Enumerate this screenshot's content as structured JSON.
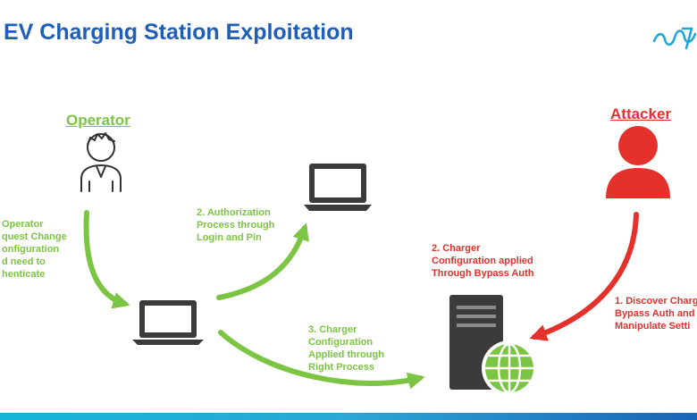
{
  "title": "EV Charging Station Exploitation",
  "operator": {
    "label": "Operator",
    "request_lines": [
      "Operator",
      "quest Change",
      "onfiguration",
      "d need to",
      "henticate"
    ]
  },
  "attacker": {
    "label": "Attacker",
    "step1_lines": [
      "1. Discover Charg",
      "Bypass Auth and",
      "Manipulate Setti"
    ]
  },
  "step2_auth_lines": [
    "2. Authorization",
    "Process through",
    "Login and Pin"
  ],
  "step2_charger_lines": [
    "2. Charger",
    "Configuration applied",
    "Through Bypass Auth"
  ],
  "step3_lines": [
    "3. Charger",
    "Configuration",
    "Applied through",
    "Right Process"
  ],
  "colors": {
    "green": "#7cc444",
    "red": "#e4312c",
    "title": "#1f5fb8",
    "device": "#3b3b3b"
  },
  "icons": [
    "operator-person-icon",
    "attacker-person-icon",
    "laptop-icon",
    "server-icon",
    "globe-icon",
    "logo-icon"
  ]
}
